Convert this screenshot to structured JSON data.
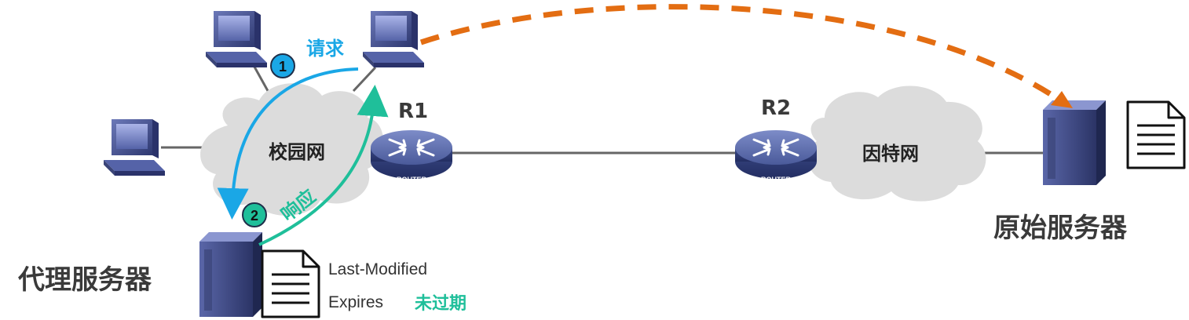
{
  "colors": {
    "blue": "#1aa7e6",
    "teal": "#1fbf9a",
    "orange": "#e36d12",
    "cloud": "#dcdcdc",
    "router": "#4a5a9a",
    "server": "#3a4478",
    "line": "#666666"
  },
  "icons": {
    "pc": "desktop-computer-icon",
    "router": "router-icon",
    "server": "server-icon",
    "document": "document-icon"
  },
  "networks": {
    "campus": "校园网",
    "internet": "因特网"
  },
  "routers": {
    "r1": {
      "label": "R1",
      "badge": "ROUTER"
    },
    "r2": {
      "label": "R2",
      "badge": "ROUTER"
    }
  },
  "flow": {
    "request": {
      "step": "1",
      "label": "请求"
    },
    "response": {
      "step": "2",
      "label": "响应"
    }
  },
  "proxy_server": {
    "label": "代理服务器",
    "doc_fields": [
      "Last-Modified",
      "Expires"
    ],
    "status": "未过期"
  },
  "origin_server": {
    "label": "原始服务器"
  }
}
